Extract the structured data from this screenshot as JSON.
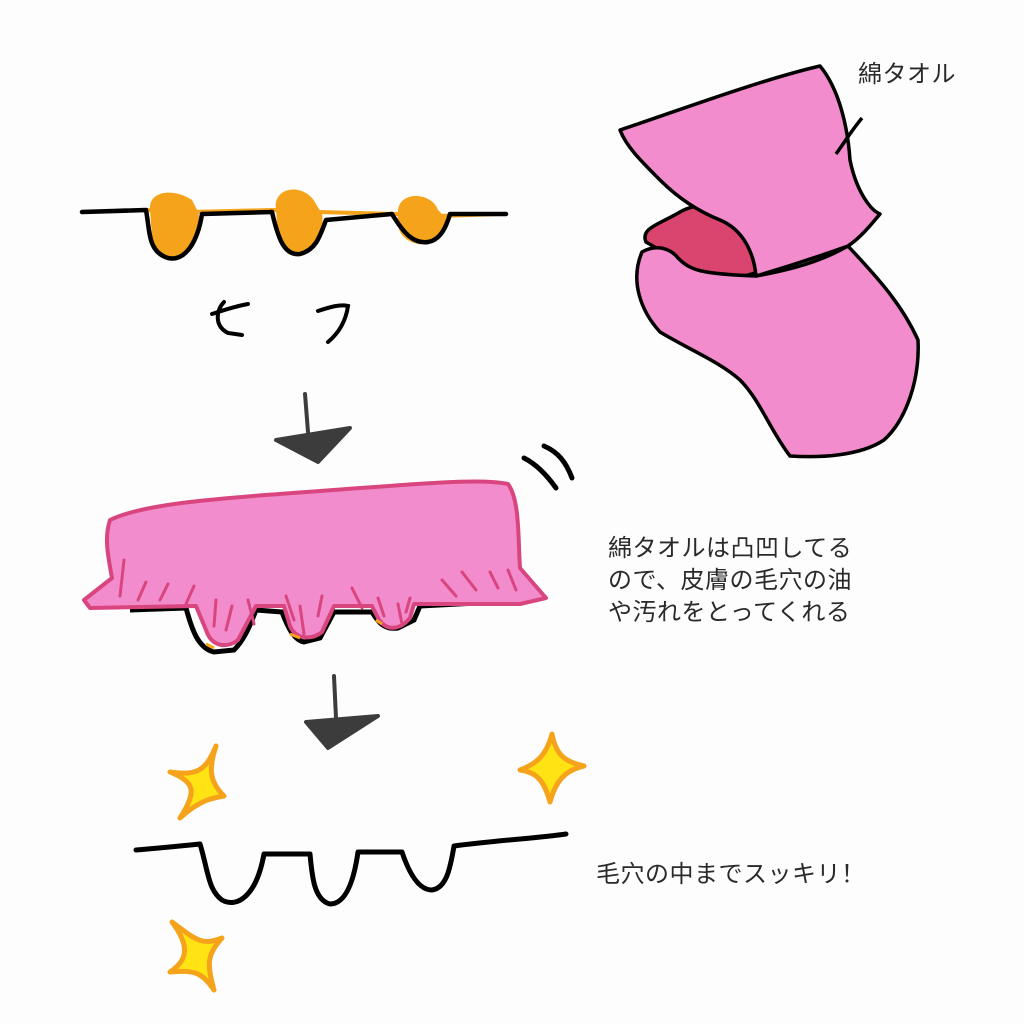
{
  "colors": {
    "background": "#fdfdfd",
    "towel_pink": "#f28ccc",
    "towel_inner": "#d9456e",
    "towel_outline": "#000000",
    "wiping_towel_outline": "#d9457e",
    "sebum_orange": "#f5a31a",
    "sparkle_fill": "#ffe313",
    "sparkle_outline": "#f5a31a",
    "arrow_gray": "#3c3c3c",
    "skin_line": "#000000",
    "text": "#2a2a2a"
  },
  "labels": {
    "towel": "綿タオル",
    "sound_effect": "モフ",
    "explanation_lines": [
      "綿タオルは凸凹してる",
      "ので、皮膚の毛穴の油",
      "や汚れをとってくれる"
    ],
    "result": "毛穴の中までスッキリ！"
  },
  "steps": [
    {
      "name": "pores-with-sebum",
      "pores": 3
    },
    {
      "name": "towel-wiping",
      "pores": 3
    },
    {
      "name": "clean-pores",
      "pores": 3,
      "sparkles": 3
    }
  ]
}
